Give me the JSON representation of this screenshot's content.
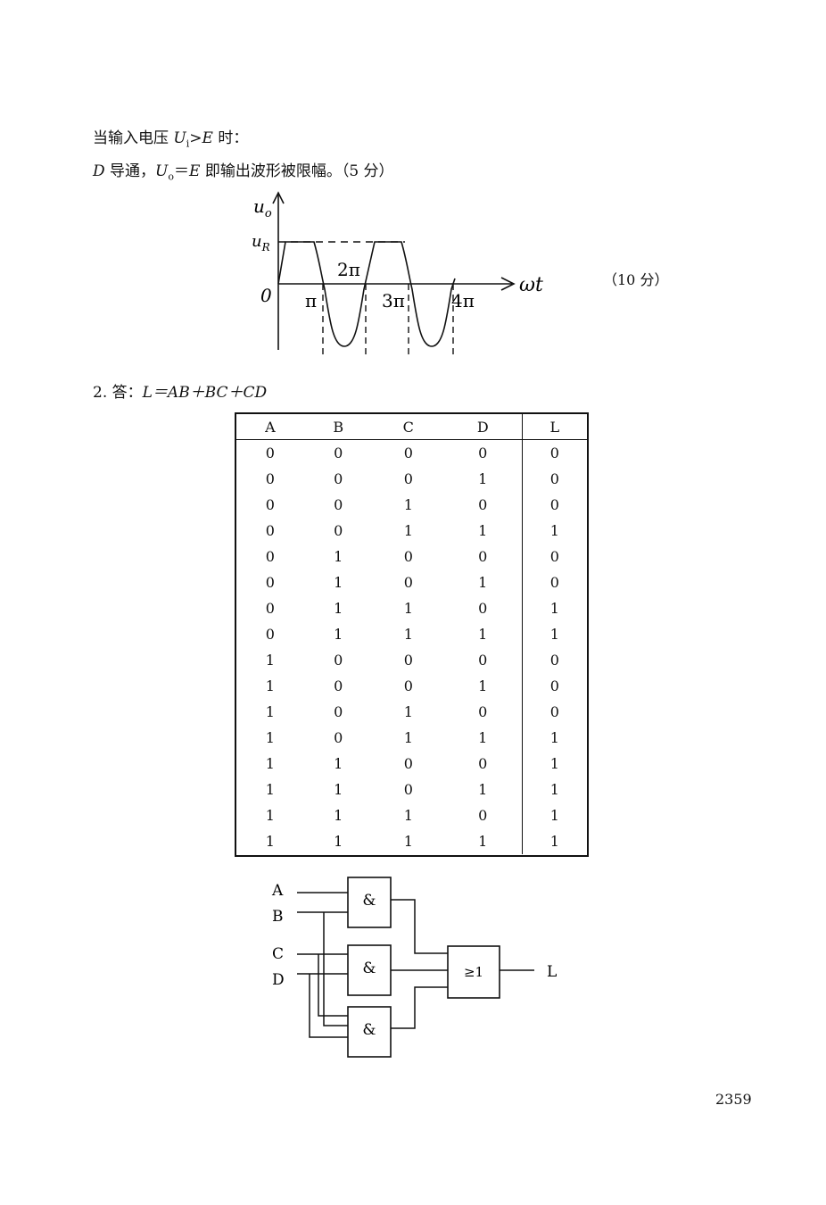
{
  "text": {
    "line1_prefix": "当输入电压 ",
    "line1_var": "U",
    "line1_sub": "i",
    "line1_op": ">",
    "line1_var2": "E",
    "line1_suffix": " 时：",
    "line2_var": "D",
    "line2_a": " 导通，",
    "line2_var2": "U",
    "line2_sub": "o",
    "line2_b": "＝",
    "line2_var3": "E",
    "line2_c": " 即输出波形被限幅。（5 分）",
    "score_10": "（10 分）",
    "q2_prefix": "2. 答：",
    "q2_expr": "L＝AB＋BC＋CD",
    "page_number": "2359"
  },
  "waveform": {
    "y_label": "u",
    "y_label_sub": "o",
    "level_label": "u",
    "level_label_sub": "R",
    "x_label": "ωt",
    "origin_label": "0",
    "ticks": [
      "π",
      "2π",
      "3π",
      "4π"
    ]
  },
  "truth_table": {
    "headers": [
      "A",
      "B",
      "C",
      "D",
      "L"
    ],
    "rows": [
      [
        "0",
        "0",
        "0",
        "0",
        "0"
      ],
      [
        "0",
        "0",
        "0",
        "1",
        "0"
      ],
      [
        "0",
        "0",
        "1",
        "0",
        "0"
      ],
      [
        "0",
        "0",
        "1",
        "1",
        "1"
      ],
      [
        "0",
        "1",
        "0",
        "0",
        "0"
      ],
      [
        "0",
        "1",
        "0",
        "1",
        "0"
      ],
      [
        "0",
        "1",
        "1",
        "0",
        "1"
      ],
      [
        "0",
        "1",
        "1",
        "1",
        "1"
      ],
      [
        "1",
        "0",
        "0",
        "0",
        "0"
      ],
      [
        "1",
        "0",
        "0",
        "1",
        "0"
      ],
      [
        "1",
        "0",
        "1",
        "0",
        "0"
      ],
      [
        "1",
        "0",
        "1",
        "1",
        "1"
      ],
      [
        "1",
        "1",
        "0",
        "0",
        "1"
      ],
      [
        "1",
        "1",
        "0",
        "1",
        "1"
      ],
      [
        "1",
        "1",
        "1",
        "0",
        "1"
      ],
      [
        "1",
        "1",
        "1",
        "1",
        "1"
      ]
    ]
  },
  "circuit": {
    "inputs": [
      "A",
      "B",
      "C",
      "D"
    ],
    "and_gate_label": "&",
    "or_gate_label": "≥1",
    "output": "L"
  }
}
